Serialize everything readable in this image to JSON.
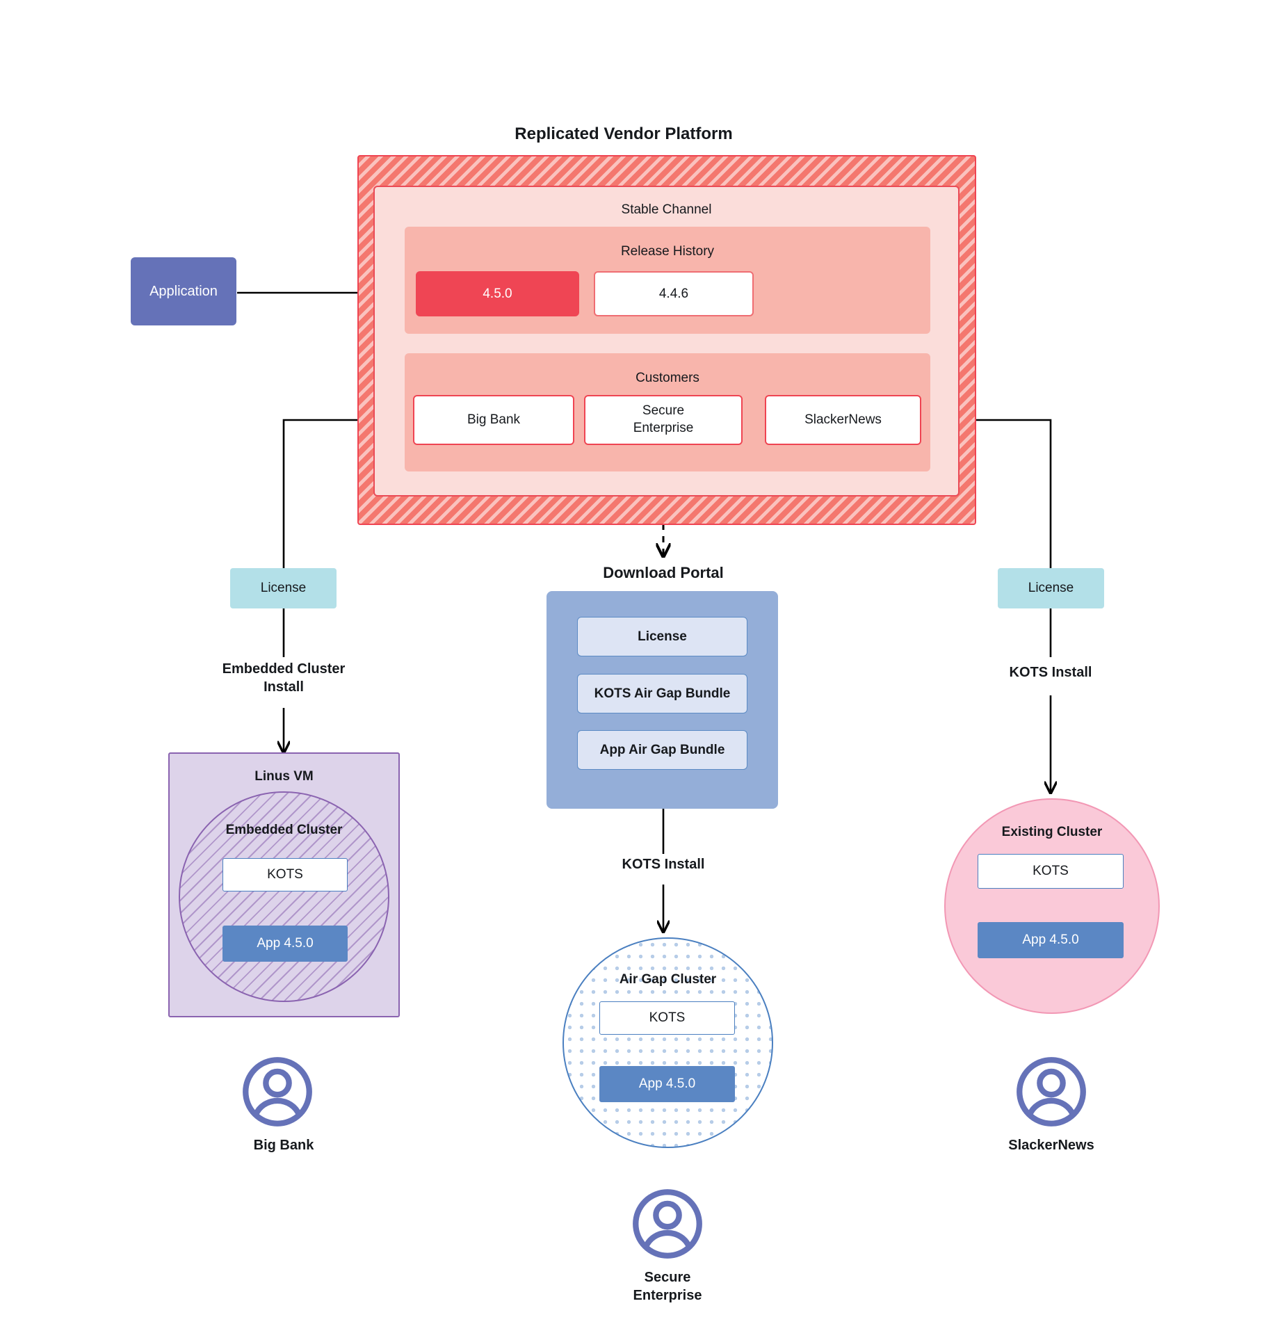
{
  "diagram": {
    "title": "Replicated Vendor Platform",
    "platform": {
      "label": "Replicated Vendor Platform",
      "channel": {
        "label": "Stable Channel",
        "release_history": {
          "label": "Release History",
          "releases": [
            {
              "version": "4.5.0",
              "state": "current"
            },
            {
              "version": "4.4.6",
              "state": "previous"
            }
          ]
        },
        "customers": {
          "label": "Customers",
          "items": [
            {
              "name": "Big Bank"
            },
            {
              "name": "Secure\nEnterprise"
            },
            {
              "name": "SlackerNews"
            }
          ]
        }
      }
    },
    "application": {
      "label": "Application"
    },
    "licenses": {
      "left": "License",
      "right": "License"
    },
    "install_labels": {
      "embedded_cluster": "Embedded Cluster\nInstall",
      "kots_middle": "KOTS Install",
      "kots_right": "KOTS Install"
    },
    "download_portal": {
      "title": "Download  Portal",
      "items": [
        "License",
        "KOTS Air Gap Bundle",
        "App Air Gap Bundle"
      ]
    },
    "targets": {
      "left": {
        "outer_label": "Linus VM",
        "inner_label": "Embedded Cluster",
        "kots_label": "KOTS",
        "app_label": "App 4.5.0",
        "customer_label": "Big Bank"
      },
      "middle": {
        "inner_label": "Air Gap Cluster",
        "kots_label": "KOTS",
        "app_label": "App 4.5.0",
        "customer_label": "Secure\nEnterprise"
      },
      "right": {
        "inner_label": "Existing Cluster",
        "kots_label": "KOTS",
        "app_label": "App 4.5.0",
        "customer_label": "SlackerNews"
      }
    },
    "icons": {
      "avatar": "user-avatar-icon"
    },
    "colors": {
      "platform_hatch": "#f4776e",
      "platform_border": "#ef4452",
      "channel_bg": "#fbddda",
      "subpanel_bg": "#f8b5ac",
      "release_current": "#ef4554",
      "application": "#6572b8",
      "license": "#b3e0e8",
      "portal": "#94aed8",
      "portal_item": "#dde4f4",
      "vm": "#ddd3ea",
      "vm_border": "#8a63b0",
      "airgap_border": "#4a7fc0",
      "existing_cluster": "#fac9d8",
      "app_version": "#5b87c4",
      "avatar": "#6572b8",
      "wire": "#000000"
    }
  }
}
